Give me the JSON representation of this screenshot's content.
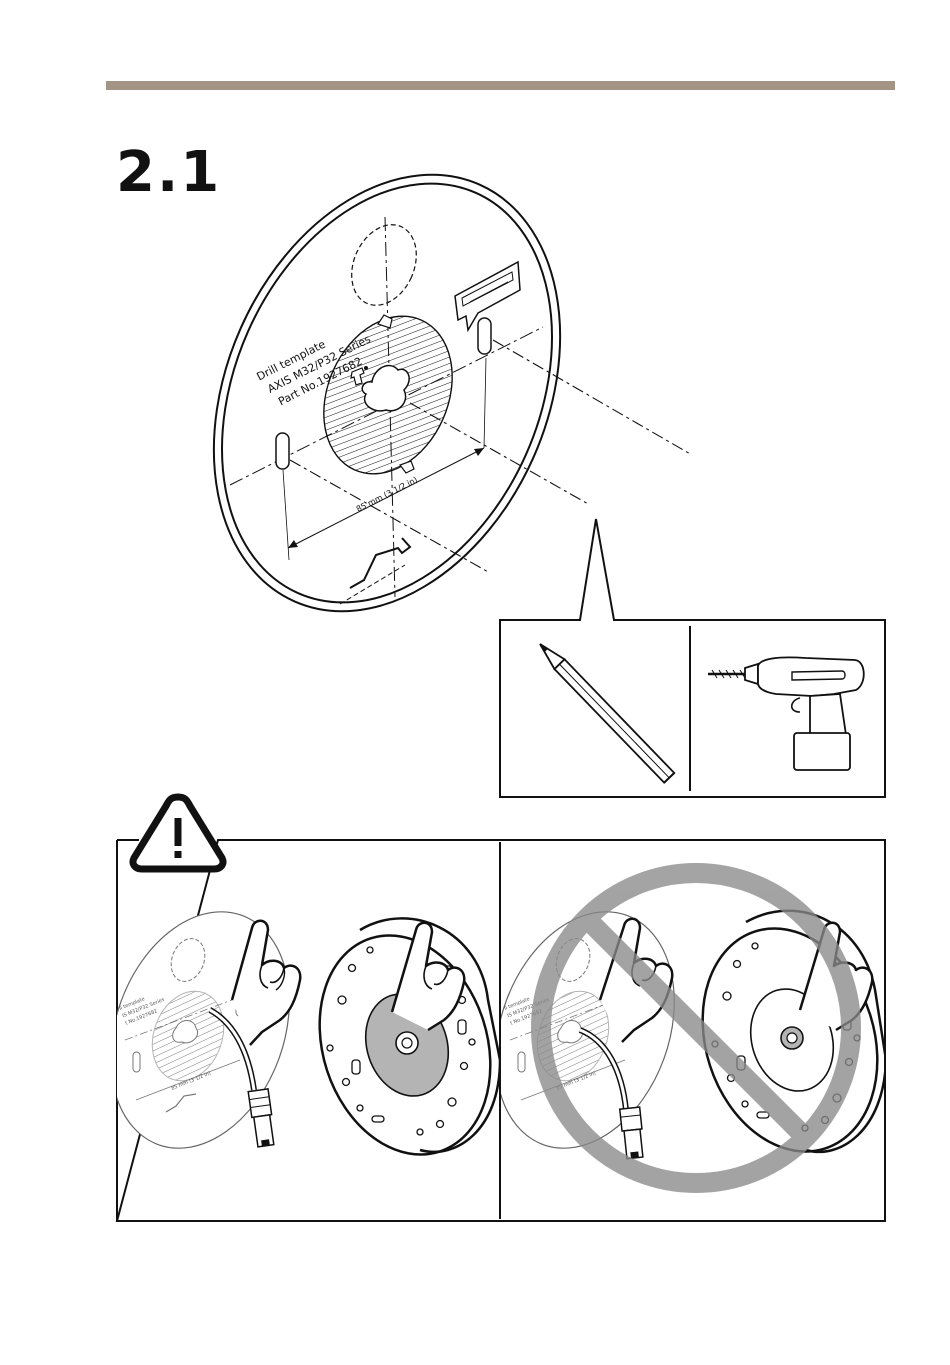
{
  "step_number": "2.1",
  "template": {
    "title": "Drill template",
    "series": "AXIS M32/P32 Series",
    "part_no": "Part No.1927682",
    "dimension": "85 mm (3 1/2 in)"
  },
  "tools": {
    "left_icon": "pencil-icon",
    "right_icon": "drill-icon"
  },
  "warning": {
    "icon": "warning-triangle-icon",
    "symbol": "!",
    "left_panel": {
      "template_lines": [
        "ll template",
        "IS M32/P32 Series",
        "t No.1927682"
      ],
      "dimension": "85 mm (3 1/2 in)"
    },
    "right_panel": {
      "template_lines": [
        "ll template",
        "IS M32/P32 Series",
        "t No.1927682"
      ],
      "dimension": "85 mm (3 1/2 in)",
      "prohibition_icon": "no-sign-icon"
    }
  },
  "colors": {
    "top_bar": "#a39486",
    "ink": "#111111",
    "gray_fill": "#b4b4b4",
    "no_sign": "#8a8a8a"
  }
}
